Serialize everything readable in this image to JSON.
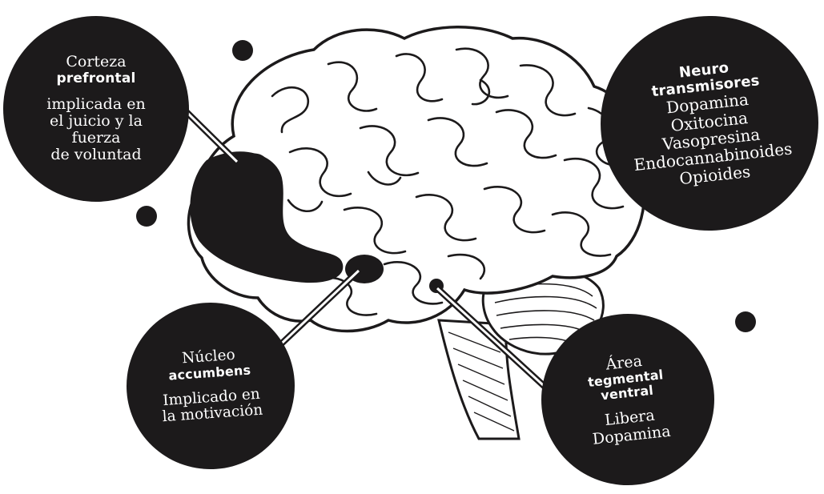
{
  "labels": {
    "prefrontal": {
      "line1": "Corteza",
      "bold": "prefrontal",
      "desc": [
        "implicada en",
        "el juicio y la",
        "fuerza",
        "de voluntad"
      ]
    },
    "neuro": {
      "bold1": "Neuro",
      "bold2": "transmisores",
      "items": [
        "Dopamina",
        "Oxitocina",
        "Vasopresina",
        "Endocannabinoides",
        "Opioides"
      ]
    },
    "accumbens": {
      "line1": "Núcleo",
      "bold": "accumbens",
      "desc": [
        "Implicado en",
        "la motivación"
      ]
    },
    "vta": {
      "line1": "Área",
      "bold1": "tegmental",
      "bold2": "ventral",
      "desc": [
        "Libera",
        "Dopamina"
      ]
    }
  },
  "colors": {
    "ink": "#1c1a1b",
    "paper": "#ffffff"
  }
}
